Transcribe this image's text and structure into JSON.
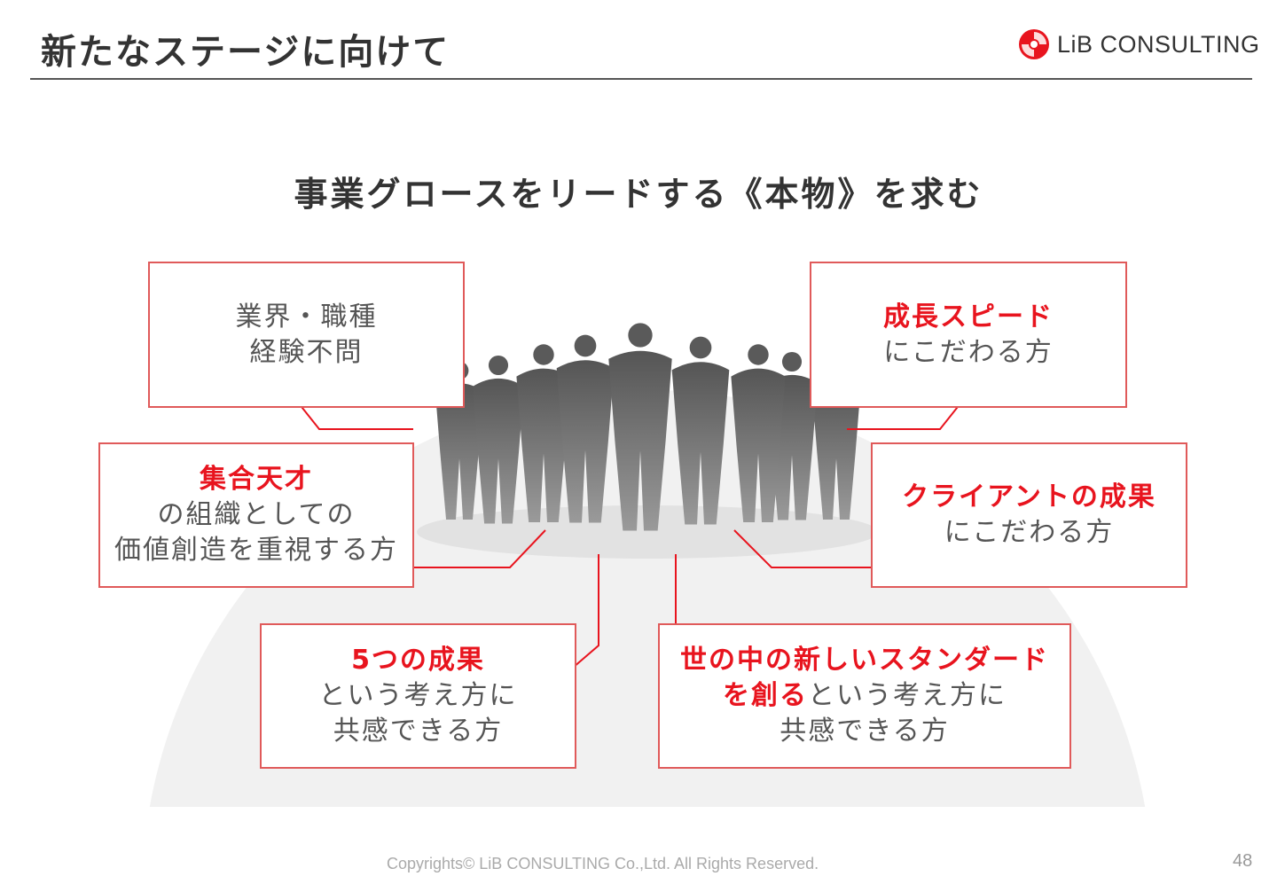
{
  "header": {
    "title": "新たなステージに向けて",
    "logo_text": "LiB CONSULTING"
  },
  "headline": "事業グロースをリードする《本物》を求む",
  "boxes": {
    "industry": {
      "line1": "業界・職種",
      "line2": "経験不問"
    },
    "speed": {
      "red": "成長スピード",
      "line2": "にこだわる方"
    },
    "collective": {
      "red": "集合天才",
      "line2": "の組織としての",
      "line3": "価値創造を重視する方"
    },
    "client": {
      "red": "クライアントの成果",
      "line2": "にこだわる方"
    },
    "five": {
      "red": "5つの成果",
      "line2": "という考え方に",
      "line3": "共感できる方"
    },
    "standard": {
      "red": "世の中の新しいスタンダード",
      "red2": "を創る",
      "line2_rest": "という考え方に",
      "line3": "共感できる方"
    }
  },
  "footer": {
    "copyright": "Copyrights© LiB CONSULTING Co.,Ltd.  All Rights Reserved.",
    "page_number": "48"
  },
  "colors": {
    "accent": "#e8141e",
    "border": "#e05a5a",
    "text": "#555555"
  }
}
